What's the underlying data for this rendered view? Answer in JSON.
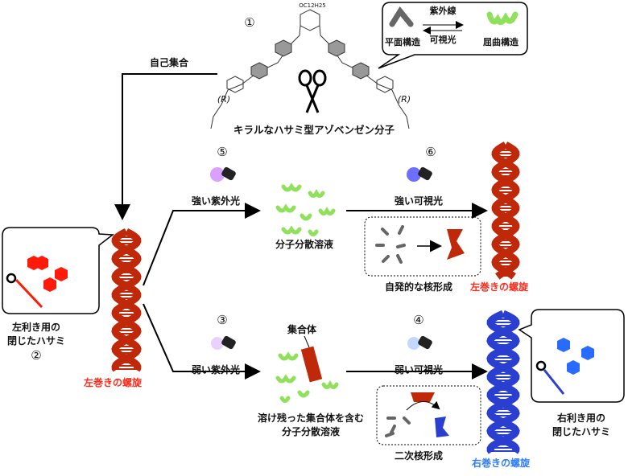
{
  "molecule": {
    "number": "①",
    "caption": "キラルなハサミ型アゾベンゼン分子",
    "substituent": "OC12H25",
    "chirality": "(R)"
  },
  "bubble_top": {
    "uv_label": "紫外線",
    "vis_label": "可視光",
    "planar": "平面構造",
    "bent": "屈曲構造"
  },
  "self_assembly": "自己集合",
  "left_scissors": {
    "line1": "左利き用の",
    "line2": "閉じたハサミ",
    "number": "②"
  },
  "left_helix_label": "左巻きの螺旋",
  "upper": {
    "step5": "⑤",
    "strong_uv": "強い紫外光",
    "dispersed": "分子分散溶液",
    "step6": "⑥",
    "strong_vis": "強い可視光",
    "nucleation": "自発的な核形成",
    "result": "左巻きの螺旋"
  },
  "lower": {
    "step3": "③",
    "weak_uv": "弱い紫外光",
    "aggregate": "集合体",
    "solution_line1": "溶け残った集合体を含む",
    "solution_line2": "分子分散溶液",
    "step4": "④",
    "weak_vis": "弱い可視光",
    "secondary": "二次核形成",
    "result": "右巻きの螺旋"
  },
  "right_scissors": {
    "line1": "右利き用の",
    "line2": "閉じたハサミ"
  },
  "colors": {
    "red": "#ff2a1a",
    "blue": "#2a7bff",
    "helix_red": "#c0280a",
    "helix_blue": "#2a3fd0",
    "green": "#8fe05a",
    "gray": "#777777"
  }
}
